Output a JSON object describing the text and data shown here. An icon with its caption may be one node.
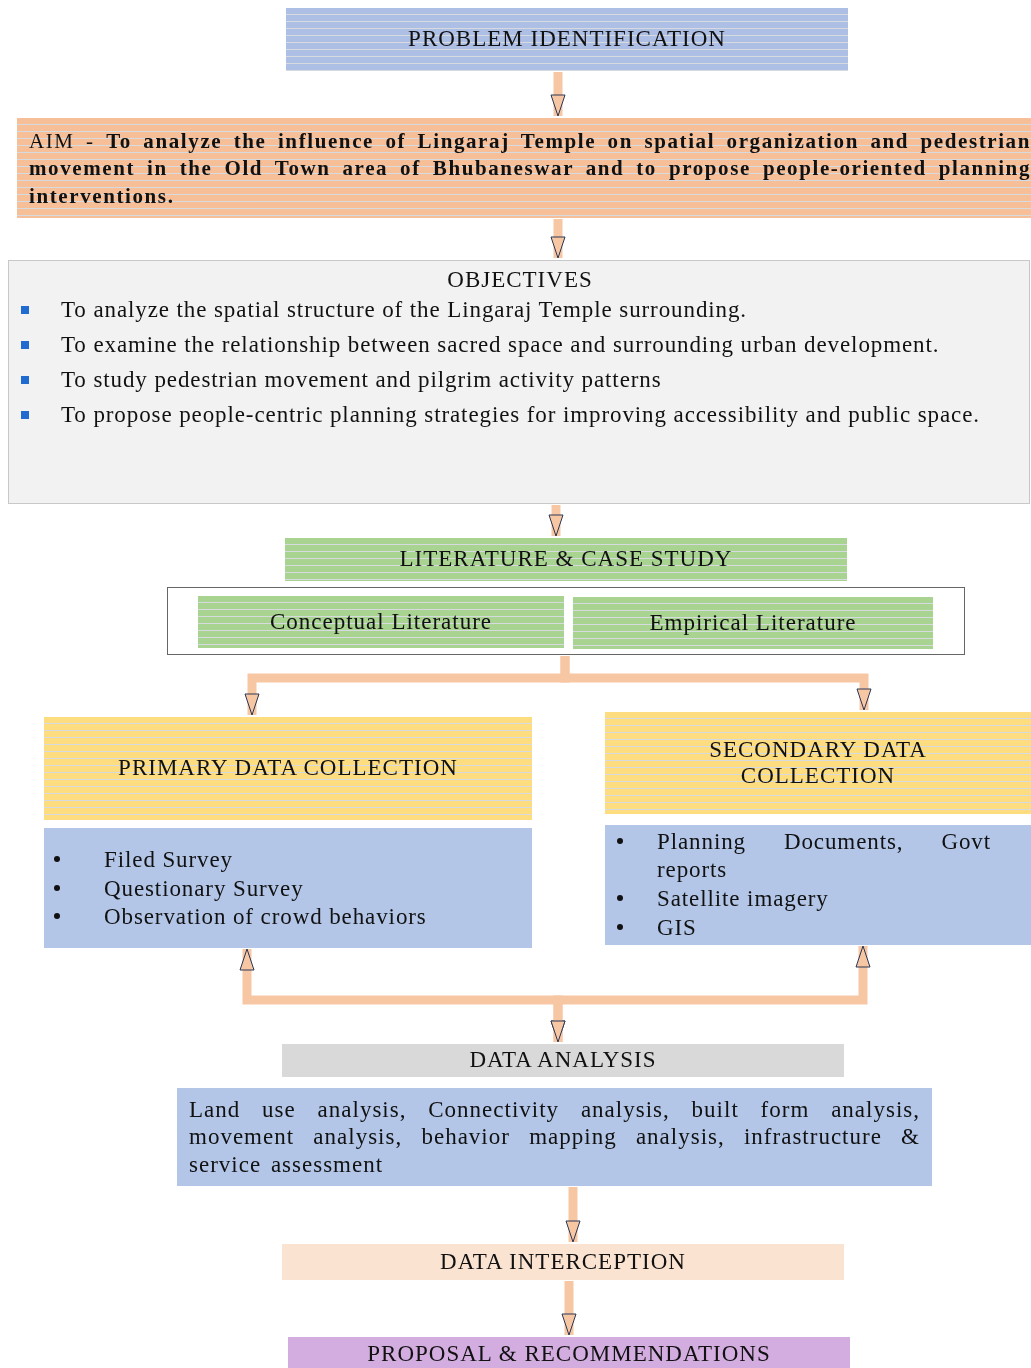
{
  "diagram": {
    "nodes": [
      {
        "text": [
          "PROBLEM IDENTIFICATION"
        ]
      },
      {
        "text": [
          "AIM - **To analyze the influence of Lingaraj Temple on spatial organization and pedestrian movement in the Old Town area of Bhubaneswar and to propose people-oriented planning interventions.**"
        ]
      },
      {
        "text": [
          "OBJECTIVES",
          "To analyze the spatial structure of the Lingaraj Temple surrounding.",
          "To examine the relationship between sacred space and surrounding urban development.",
          "To study pedestrian movement and pilgrim activity patterns",
          "To propose people-centric planning strategies for improving accessibility and public space."
        ]
      },
      {
        "text": [
          "LITERATURE & CASE STUDY"
        ]
      },
      {
        "text": [],
        "shape": "box"
      },
      {
        "text": [
          "Conceptual Literature"
        ],
        "in": 4
      },
      {
        "text": [
          "Empirical Literature"
        ],
        "in": 4
      },
      {
        "text": [
          "PRIMARY DATA COLLECTION"
        ]
      },
      {
        "text": [
          "Filed Survey",
          "Questionary Survey",
          "Observation of crowd behaviors"
        ]
      },
      {
        "text": [
          "SECONDARY DATA COLLECTION"
        ]
      },
      {
        "text": [
          "Planning Documents, Govt reports",
          "Satellite imagery",
          "GIS"
        ]
      },
      {
        "text": [
          "DATA ANALYSIS"
        ]
      },
      {
        "text": [
          "Land use analysis, Connectivity analysis, built form analysis, movement analysis, behavior mapping analysis, infrastructure & service assessment"
        ]
      },
      {
        "text": [
          "DATA INTERCEPTION"
        ]
      },
      {
        "text": [
          "PROPOSAL & RECOMMENDATIONS"
        ]
      }
    ],
    "edges": [
      {
        "from": 0,
        "to": 1,
        "arrow": "to"
      },
      {
        "from": 1,
        "to": 2,
        "arrow": "to"
      },
      {
        "from": 2,
        "to": 3,
        "arrow": "to"
      },
      {
        "from": 4,
        "to": 7,
        "arrow": "to"
      },
      {
        "from": 4,
        "to": 9,
        "arrow": "to"
      },
      {
        "from": 8,
        "to": 11,
        "arrow": "both"
      },
      {
        "from": 10,
        "to": 11,
        "arrow": "both"
      },
      {
        "from": 12,
        "to": 13,
        "arrow": "to"
      },
      {
        "from": 13,
        "to": 14,
        "arrow": "to"
      }
    ]
  }
}
